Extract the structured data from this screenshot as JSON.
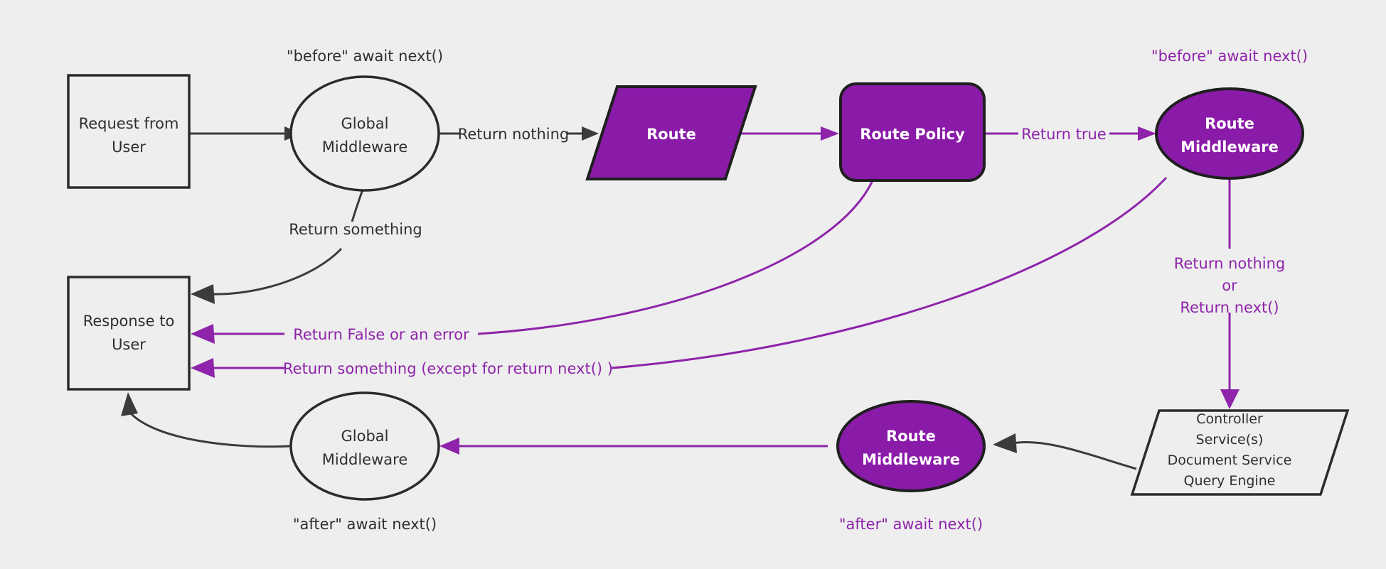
{
  "diagram": {
    "title": "Middleware request/response lifecycle flow",
    "background_color": "#eeeeee",
    "colors": {
      "purple_fill": "#8A1BA8",
      "purple_line": "#8E24AA",
      "dark_line": "#3b3b3b",
      "dark_stroke": "#2b2b2b",
      "node_fill_light": "#eeeeee",
      "text_dark": "#2f2f2f",
      "text_white": "#ffffff"
    },
    "nodes": {
      "request_from_user": {
        "line1": "Request from",
        "line2": "User",
        "shape": "rectangle",
        "style": "light"
      },
      "global_middleware_top": {
        "line1": "Global",
        "line2": "Middleware",
        "shape": "ellipse",
        "style": "light"
      },
      "route": {
        "line1": "Route",
        "shape": "parallelogram",
        "style": "purple"
      },
      "route_policy": {
        "line1": "Route Policy",
        "shape": "rounded-rectangle",
        "style": "purple"
      },
      "route_middleware_top": {
        "line1": "Route",
        "line2": "Middleware",
        "shape": "ellipse",
        "style": "purple"
      },
      "controller_stack": {
        "lines": [
          "Controller",
          "Service(s)",
          "Document Service",
          "Query Engine"
        ],
        "shape": "parallelogram",
        "style": "light"
      },
      "route_middleware_bottom": {
        "line1": "Route",
        "line2": "Middleware",
        "shape": "ellipse",
        "style": "purple"
      },
      "global_middleware_bottom": {
        "line1": "Global",
        "line2": "Middleware",
        "shape": "ellipse",
        "style": "light"
      },
      "response_to_user": {
        "line1": "Response to",
        "line2": "User",
        "shape": "rectangle",
        "style": "light"
      }
    },
    "annotations": {
      "before_await_next_global": {
        "text": "\"before\" await next()",
        "color": "dark"
      },
      "before_await_next_route": {
        "text": "\"before\" await next()",
        "color": "purple"
      },
      "after_await_next_global": {
        "text": "\"after\" await next()",
        "color": "dark"
      },
      "after_await_next_route": {
        "text": "\"after\" await next()",
        "color": "purple"
      }
    },
    "edge_labels": {
      "return_nothing_global": {
        "text": "Return nothing",
        "color": "dark"
      },
      "return_something_global": {
        "text": "Return something",
        "color": "dark"
      },
      "return_true": {
        "text": "Return true",
        "color": "purple"
      },
      "return_false_or_error": {
        "text": "Return False or an error",
        "color": "purple"
      },
      "return_something_except_next": {
        "text": "Return something (except for return next() )",
        "color": "purple"
      },
      "return_nothing_or_next_l1": {
        "text": "Return nothing",
        "color": "purple"
      },
      "return_nothing_or_next_l2": {
        "text": "or",
        "color": "purple"
      },
      "return_nothing_or_next_l3": {
        "text": "Return next()",
        "color": "purple"
      }
    }
  }
}
